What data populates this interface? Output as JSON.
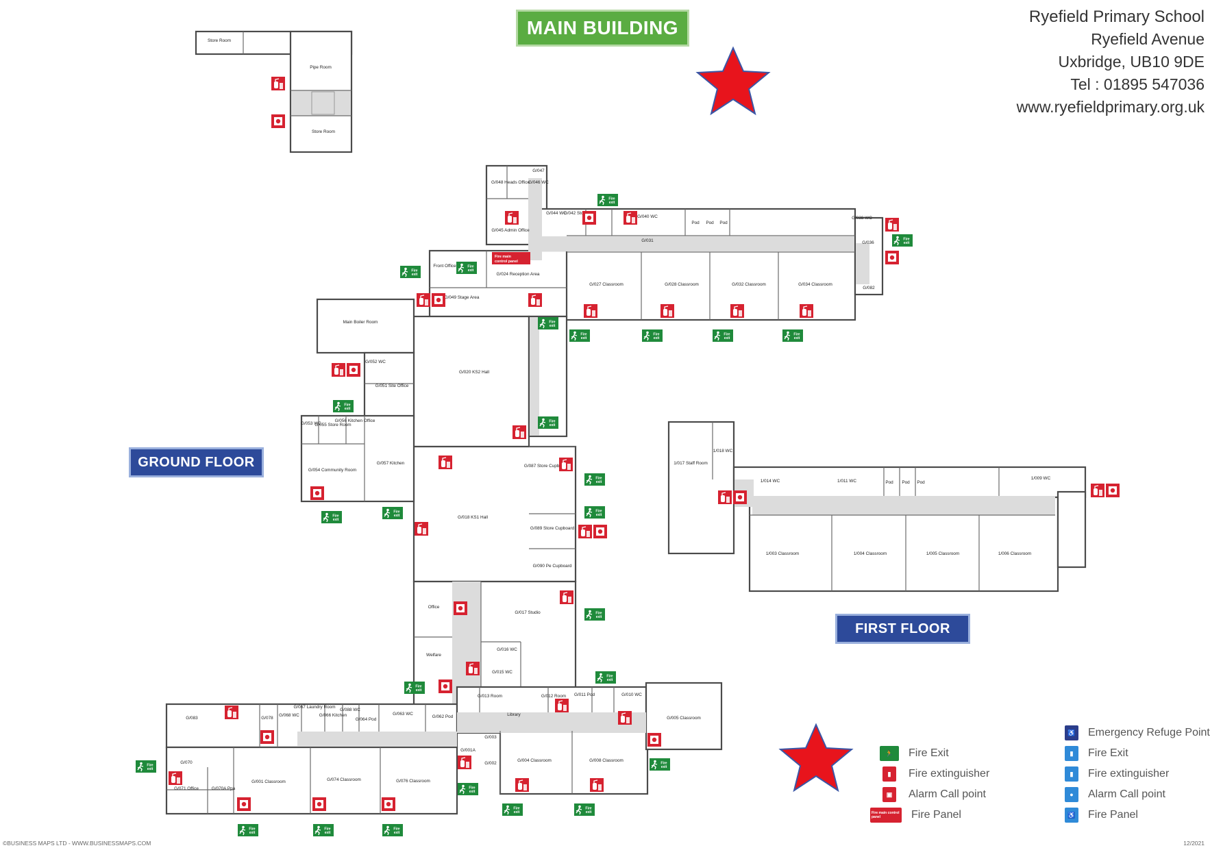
{
  "title": "MAIN BUILDING",
  "school": {
    "name": "Ryefield Primary School",
    "street": "Ryefield Avenue",
    "town": "Uxbridge, UB10 9DE",
    "tel": "Tel : 01895 547036",
    "web": "www.ryefieldprimary.org.uk"
  },
  "floors": {
    "ground": "GROUND FLOOR",
    "first": "FIRST FLOOR"
  },
  "colors": {
    "fire_exit": "#1f8a3b",
    "fire_red": "#d62230",
    "banner_green": "#5aac42",
    "banner_blue": "#2d4a9a",
    "star": "#e8141c",
    "accessible_blue": "#2f8ad8"
  },
  "legend": {
    "left": [
      {
        "icon": "fire-exit-icon",
        "label": "Fire Exit"
      },
      {
        "icon": "fire-extinguisher-icon",
        "label": "Fire extinguisher"
      },
      {
        "icon": "alarm-call-point-icon",
        "label": "Alarm Call point"
      },
      {
        "icon": "fire-panel-icon",
        "label": "Fire Panel"
      }
    ],
    "right": [
      {
        "icon": "emergency-refuge-point-icon",
        "label": "Emergency Refuge Point"
      },
      {
        "icon": "fire-exit-accessible-icon",
        "label": "Fire Exit"
      },
      {
        "icon": "fire-extinguisher-accessible-icon",
        "label": "Fire extinguisher"
      },
      {
        "icon": "alarm-call-point-accessible-icon",
        "label": "Alarm Call point"
      },
      {
        "icon": "fire-panel-accessible-icon",
        "label": "Fire Panel"
      }
    ]
  },
  "sign_text": {
    "fire_exit": "Fire exit",
    "fire_panel": "Fire main control panel"
  },
  "rooms": {
    "r_stor1": "Store Room",
    "r_pipe": "Pipe Room",
    "r_stor2": "Store Room",
    "r_g048": "G/048 Heads Office",
    "r_g047": "G/047",
    "r_g046": "G/046 WC",
    "r_g045": "G/045 Admin Office",
    "r_g044": "G/044 WC",
    "r_g042": "G/042 Store",
    "r_g040": "G/040 WC",
    "r_pod1": "Pod",
    "r_pod2": "Pod",
    "r_pod3": "Pod",
    "r_g038": "G/038 WC",
    "r_g031": "G/031",
    "r_g036": "G/036",
    "r_frontoffice": "Front Office",
    "r_g024": "G/024 Reception Area",
    "r_g049": "G/049 Stage Area",
    "r_g027": "G/027 Classroom",
    "r_g028": "G/028 Classroom",
    "r_g032": "G/032 Classroom",
    "r_g034": "G/034 Classroom",
    "r_g082": "G/082",
    "r_boiler": "Main Boiler Room",
    "r_g052": "G/052 WC",
    "r_g051": "G/051 Site Office",
    "r_g020": "G/020 KS2 Hall",
    "r_g053": "G/053 WC",
    "r_g055": "G/055 Store Room",
    "r_g056": "G/056 Kitchen Office",
    "r_g054": "G/054 Community Room",
    "r_g057": "G/057 Kitchen",
    "r_g087": "G/087 Store Cupboard",
    "r_g018": "G/018 KS1 Hall",
    "r_g089": "G/089 Store Cupboard",
    "r_g090": "G/090 Pe Cupboard",
    "r_office": "Office",
    "r_g017": "G/017 Studio",
    "r_welfare": "Welfare",
    "r_g016": "G/016 WC",
    "r_g015": "G/015 WC",
    "r_g083": "G/083",
    "r_g078": "G/078",
    "r_g068": "G/068 WC",
    "r_g067": "G/067 Laundry Room",
    "r_g066": "G/066 Kitchen",
    "r_g088": "G/088 WC",
    "r_g064": "G/064 Pod",
    "r_g063": "G/063 WC",
    "r_g062": "G/062 Pod",
    "r_g013": "G/013 Room",
    "r_library": "Library",
    "r_g012": "G/012 Room",
    "r_g011": "G/011 Pod",
    "r_g010": "G/010 WC",
    "r_g005": "G/005 Classroom",
    "r_g070": "G/070",
    "r_g071": "G/071 Office",
    "r_g070a": "G/070A Ppa",
    "r_g001": "G/001 Classroom",
    "r_g074": "G/074 Classroom",
    "r_g076": "G/076 Classroom",
    "r_g001a": "G/001A",
    "r_g003": "G/003",
    "r_g002": "G/002",
    "r_g004": "G/004 Classroom",
    "r_g008": "G/008 Classroom",
    "r_1017": "1/017 Staff Room",
    "r_1018": "1/018 WC",
    "r_1014": "1/014 WC",
    "r_1011": "1/011 WC",
    "r_fpod1": "Pod",
    "r_fpod2": "Pod",
    "r_fpod3": "Pod",
    "r_1009": "1/009 WC",
    "r_1003": "1/003 Classroom",
    "r_1004": "1/004 Classroom",
    "r_1005": "1/005 Classroom",
    "r_1006": "1/006 Classroom"
  },
  "footer": {
    "left": "©BUSINESS MAPS LTD - WWW.BUSINESSMAPS.COM",
    "right": "12/2021"
  }
}
